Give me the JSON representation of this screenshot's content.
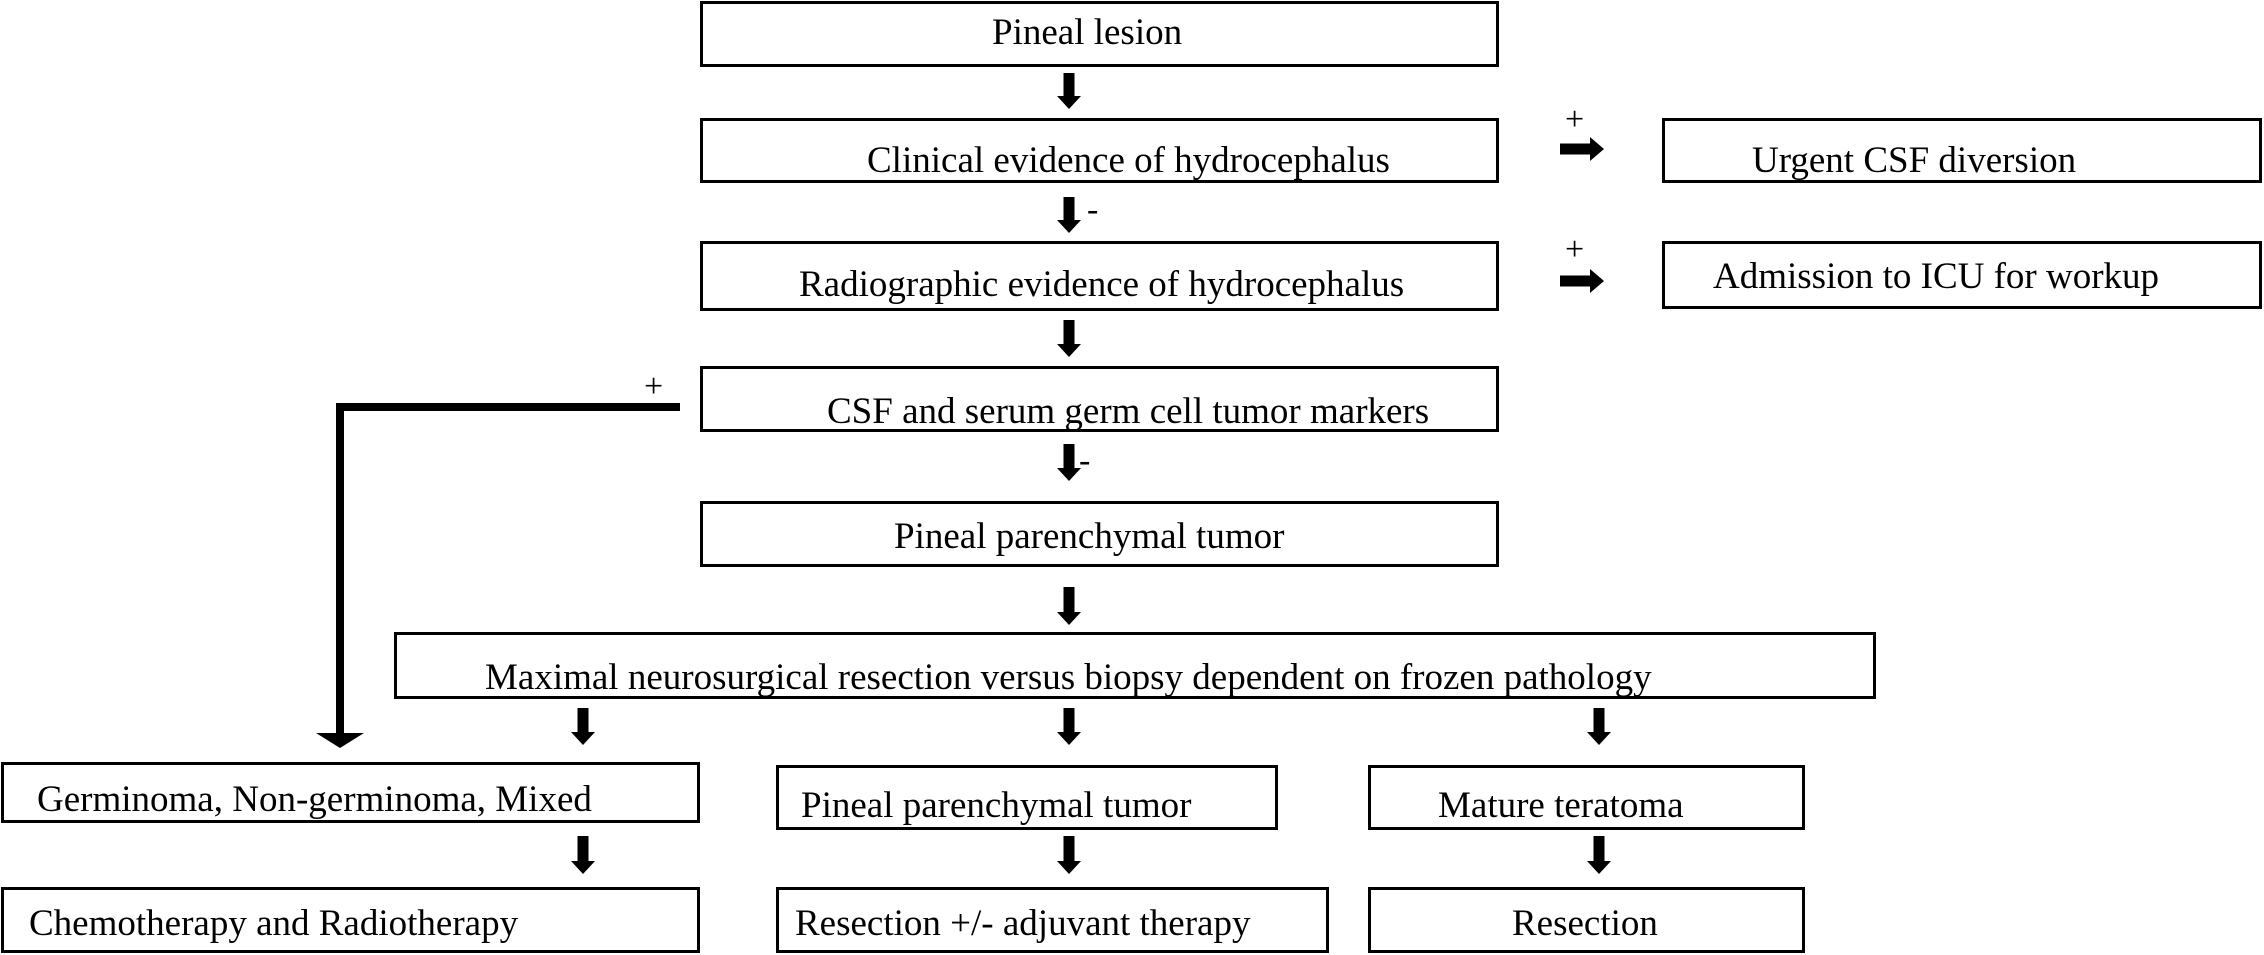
{
  "nodes": {
    "pineal_lesion": "Pineal lesion",
    "clinical_hydrocephalus": "Clinical evidence of hydrocephalus",
    "urgent_csf_diversion": "Urgent CSF diversion",
    "radiographic_hydrocephalus": "Radiographic evidence of hydrocephalus",
    "icu_admission": "Admission to ICU for workup",
    "tumor_markers": "CSF and serum germ cell tumor markers",
    "pineal_parenchymal_tumor": "Pineal parenchymal tumor",
    "maximal_resection": "Maximal neurosurgical resection versus biopsy dependent on frozen pathology",
    "germ_cell_types": "Germinoma, Non-germinoma, Mixed",
    "pineal_parenchymal_tumor_result": "Pineal parenchymal tumor",
    "mature_teratoma": "Mature teratoma",
    "chemo_radiotherapy": "Chemotherapy and Radiotherapy",
    "resection_adjuvant": "Resection +/- adjuvant therapy",
    "resection": "Resection"
  },
  "edge_labels": {
    "clinical_positive": "+",
    "clinical_negative": "-",
    "radiographic_positive": "+",
    "markers_positive": "+",
    "markers_negative": "-"
  }
}
